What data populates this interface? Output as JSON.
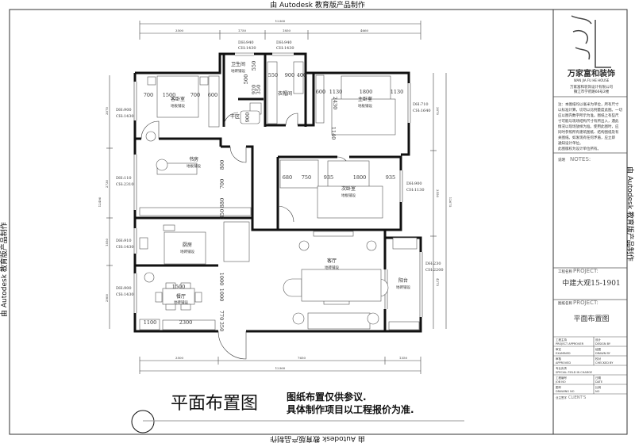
{
  "watermark": "由 Autodesk 教育版产品制作",
  "drawing_title": "平面布置图",
  "disclaimer": [
    "图纸布置仅供参议.",
    "具体制作项目以工程报价为准."
  ],
  "rooms": {
    "guest_bedroom": {
      "name": "客卧室",
      "floor": "地板铺设"
    },
    "bathroom": {
      "name": "卫生间",
      "floor": "地砖铺设"
    },
    "dry_area": {
      "name": "干区"
    },
    "closet": {
      "name": "衣帽间"
    },
    "master_bedroom": {
      "name": "主卧室",
      "floor": "地板铺设"
    },
    "study": {
      "name": "书房",
      "floor": "地板铺设"
    },
    "second_bedroom": {
      "name": "次卧室",
      "floor": "地板铺设"
    },
    "kitchen": {
      "name": "厨房",
      "floor": "地砖铺设"
    },
    "dining": {
      "name": "餐厅",
      "floor": "地砖铺设"
    },
    "living": {
      "name": "客厅",
      "floor": "地砖铺设"
    },
    "balcony": {
      "name": "阳台",
      "floor": "地砖铺设"
    }
  },
  "windows": {
    "bath": [
      "DH:940",
      "CH:1430"
    ],
    "closet": [
      "DH:940",
      "CH:1430"
    ],
    "guest": [
      "DH:900",
      "CH:1430"
    ],
    "study": [
      "DH:110",
      "CH:2310"
    ],
    "kitchen": [
      "DH:910",
      "CH:1430"
    ],
    "dining": [
      "DH:900",
      "CH:1430"
    ],
    "master": [
      "DH:710",
      "CH:1640"
    ],
    "second": [
      "DH:900",
      "CH:1130"
    ],
    "balcony": [
      "DH:230",
      "CH:2200"
    ]
  },
  "dimensions": {
    "top_total": "12360",
    "top": [
      "3500",
      "1750",
      "1850",
      "4660"
    ],
    "bottom": [
      "3500",
      "7650",
      "1350"
    ],
    "bottom_total": "12360",
    "left": [
      "3870",
      "2730",
      "1850",
      "2900"
    ],
    "left_total": "12490",
    "right": [
      "3870",
      "3550",
      "4275"
    ],
    "right_total": "12675",
    "guest_bed": [
      "700",
      "1500",
      "700",
      "600"
    ],
    "closet": [
      "550",
      "900",
      "400"
    ],
    "bath": [
      "550",
      "920",
      "350",
      "500"
    ],
    "dry": "900",
    "master_bed": [
      "600",
      "1130",
      "1800",
      "1130"
    ],
    "master_v": [
      "2430",
      "1140"
    ],
    "study_v": [
      "800",
      "700",
      "880",
      "350"
    ],
    "second_bed": [
      "680",
      "750",
      "935",
      "1800",
      "935"
    ],
    "dining": [
      "1500",
      "1000",
      "1000",
      "770",
      "350",
      "1100",
      "2300"
    ]
  },
  "title_block": {
    "company": "万家富和装饰",
    "company_en": "WAN JIA FU HE HOUSE",
    "company_lines": [
      "万家富和装饰设计有限公司",
      "镇江市学府路66号2楼"
    ],
    "notes_text": [
      "注：本图纸均以毫米为单位，所有尺寸",
      "以标准计算，切勿以比例量度此图。一切",
      "应以图内数字所示为准。图纸上有些尺",
      "寸可能与现场结构尺寸有所出入，遇此",
      "情况以现场放样为准。使用此图时，应",
      "同时参照所有建筑图纸、结构图纸及有",
      "关图纸。如发现有任何矛盾，应立即",
      "通知设计单位。",
      "此图版权为设计单位所有。"
    ],
    "notes_label": "说明",
    "notes_en": "NOTES:",
    "project_label": "工程名称",
    "project_en": "PROJECT:",
    "project_name": "中建大观15-1901",
    "drawing_label": "图纸名称",
    "drawing_en": "PROJECT:",
    "drawing_name": "平面布置图",
    "grid": [
      [
        "工程主持",
        "PROJECT APPROVER",
        "设计",
        "DESIGN BY"
      ],
      [
        "审定",
        "EXAMINED",
        "绘图",
        "DRAWN BY"
      ],
      [
        "审核",
        "APPROVED",
        "校对",
        "CHECKED BY"
      ],
      [
        "专业负责",
        "SPECIAL FIELD IN CHARGE",
        "",
        ""
      ],
      [
        "工程编号",
        "JOB NO",
        "日期",
        "DATE"
      ],
      [
        "图号",
        "DRAWING NO",
        "比例",
        "NO"
      ]
    ],
    "client_label": "业主签字",
    "client_en": "CLIENT'S"
  }
}
